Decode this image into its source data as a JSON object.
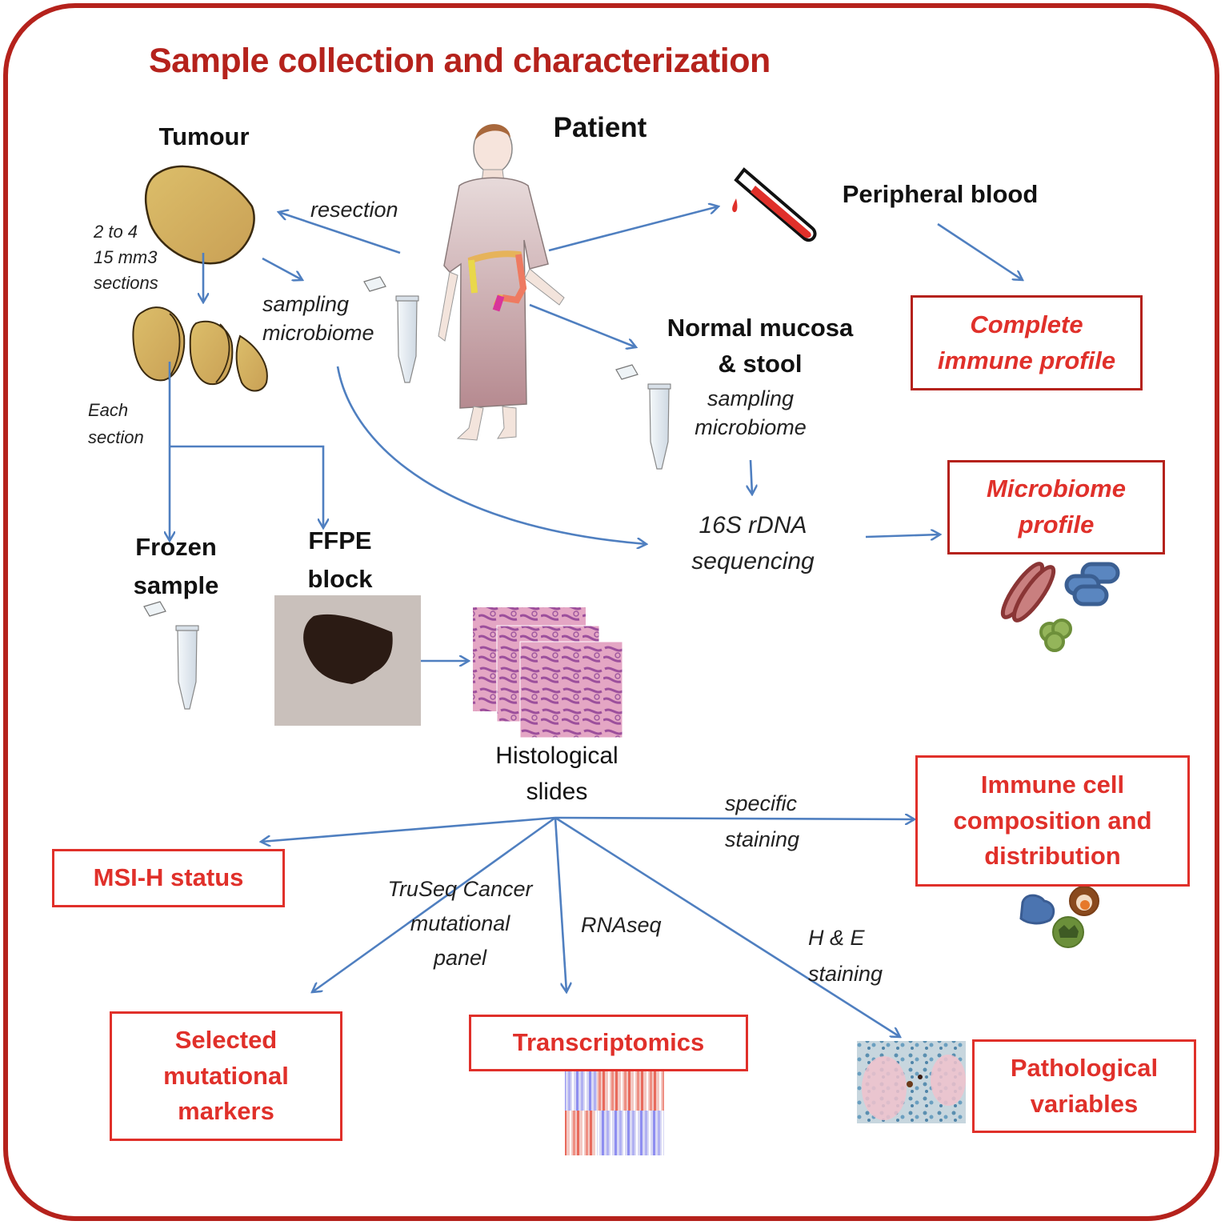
{
  "title": "Sample collection and characterization",
  "colors": {
    "frame": "#b5221c",
    "box_border": "#e0302a",
    "box_text": "#e0302a",
    "arrow": "#4f7fc0",
    "tumour": "#d4aa5c"
  },
  "sources": {
    "tumour": "Tumour",
    "patient": "Patient",
    "peripheral_blood": "Peripheral blood",
    "normal_mucosa": "Normal mucosa",
    "stool": "& stool"
  },
  "annotations": {
    "resection": "resection",
    "sections_line1": "2 to 4",
    "sections_line2": "15 mm3",
    "sections_line3": "sections",
    "sampling1_line1": "sampling",
    "sampling1_line2": "microbiome",
    "each_section_line1": "Each",
    "each_section_line2": "section",
    "sampling2_line1": "sampling",
    "sampling2_line2": "microbiome",
    "seq_line1": "16S rDNA",
    "seq_line2": "sequencing",
    "specific_line1": "specific",
    "specific_line2": "staining",
    "truseq_line1": "TruSeq Cancer",
    "truseq_line2": "mutational",
    "truseq_line3": "panel",
    "rnaseq": "RNAseq",
    "he_line1": "H & E",
    "he_line2": "staining"
  },
  "samples": {
    "frozen_line1": "Frozen",
    "frozen_line2": "sample",
    "ffpe_line1": "FFPE",
    "ffpe_line2": "block",
    "histo_line1": "Histological",
    "histo_line2": "slides"
  },
  "outputs": {
    "immune_profile_line1": "Complete",
    "immune_profile_line2": "immune profile",
    "microbiome_line1": "Microbiome",
    "microbiome_line2": "profile",
    "immune_cell_line1": "Immune cell",
    "immune_cell_line2": "composition and",
    "immune_cell_line3": "distribution",
    "msi": "MSI-H status",
    "mutational_line1": "Selected",
    "mutational_line2": "mutational",
    "mutational_line3": "markers",
    "transcriptomics": "Transcriptomics",
    "pathological_line1": "Pathological",
    "pathological_line2": "variables"
  }
}
